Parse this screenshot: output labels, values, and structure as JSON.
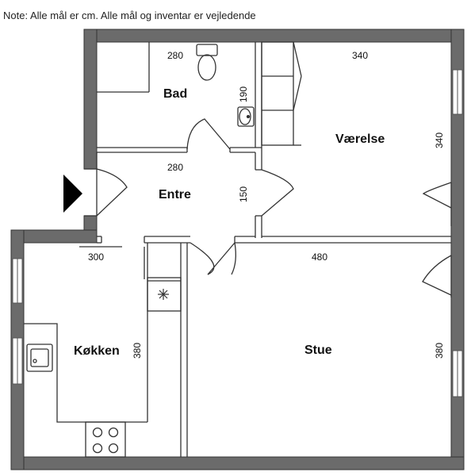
{
  "note": "Note: Alle mål er cm. Alle mål og inventar er vejledende",
  "rooms": {
    "bad": "Bad",
    "vaerelse": "Værelse",
    "entre": "Entre",
    "koekken": "Køkken",
    "stue": "Stue"
  },
  "dimensions": {
    "bad_width": "280",
    "bad_depth": "190",
    "vaerelse_width": "340",
    "vaerelse_depth": "340",
    "entre_width": "280",
    "entre_depth": "150",
    "koekken_width": "300",
    "koekken_depth": "380",
    "stue_width": "480",
    "stue_depth": "380"
  },
  "icons": {
    "entrance": "entrance-arrow-icon",
    "toilet": "toilet-icon",
    "sink": "washbasin-icon",
    "kitchen_sink": "kitchen-sink-icon",
    "stove": "stove-icon",
    "fan": "ventilation-icon"
  },
  "colors": {
    "wall": "#6b6b6b",
    "line": "#333333",
    "background": "#ffffff"
  }
}
